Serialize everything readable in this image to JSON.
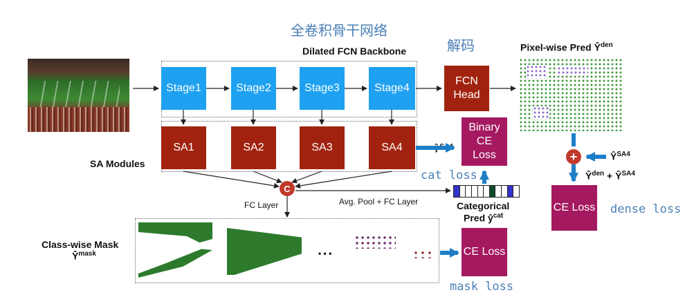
{
  "title_cn": "全卷积骨干网络",
  "decode_cn": "解码",
  "backbone_label": "Dilated FCN Backbone",
  "stages": [
    "Stage1",
    "Stage2",
    "Stage3",
    "Stage4"
  ],
  "sa_modules": [
    "SA1",
    "SA2",
    "SA3",
    "SA4"
  ],
  "sa_label": "SA Modules",
  "fcn_head": "FCN Head",
  "pixel_pred_label": "Pixel-wise Pred Ŷ",
  "pixel_pred_sup": "den",
  "binary_loss": "Binary CE Loss",
  "y_sa4": "Ŷ",
  "y_sa4_sup": "SA4",
  "cat_loss": "cat loss",
  "concat_symbol": "C",
  "fc_layer": "FC Layer",
  "avg_pool": "Avg. Pool + FC Layer",
  "categorical_pred_line1": "Categorical",
  "categorical_pred_line2": "Pred ŷ",
  "categorical_pred_sup": "cat",
  "class_mask_line1": "Class-wise Mask",
  "class_mask_line2": "Ŷ",
  "class_mask_sup": "mask",
  "ellipsis": "• • •",
  "ce_loss_mask": "CE Loss",
  "mask_loss": "mask loss",
  "plus_symbol": "+",
  "right_y_sa4": "Ŷ",
  "right_y_sa4_sup": "SA4",
  "sum_y1": "Ŷ",
  "sum_y1_sup": "den",
  "sum_plus": " + ",
  "sum_y2": "Ŷ",
  "sum_y2_sup": "SA4",
  "ce_loss_dense": "CE Loss",
  "dense_loss": "dense loss",
  "colors": {
    "stage_blue": "#1ea1f0",
    "sa_red": "#a1230f",
    "loss_magenta": "#a4195f",
    "arrow_blue": "#1e7ec8",
    "concat_red": "#c0392b",
    "note_blue": "#4a7fb5"
  }
}
